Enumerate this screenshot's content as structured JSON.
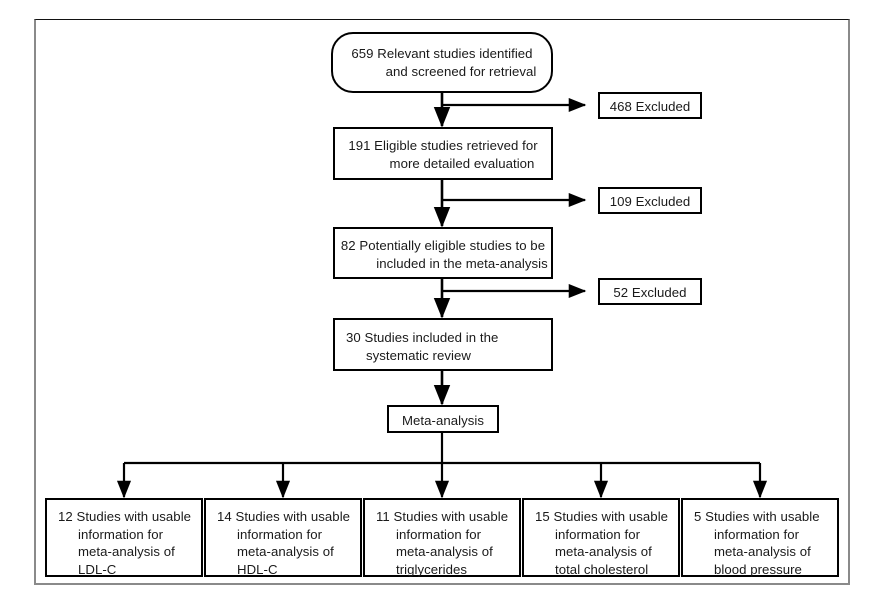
{
  "figure": {
    "type": "flow-diagram",
    "title": "Study selection flow diagram",
    "frame": {
      "border_top_color": "#121212",
      "border_color": "#8a8a8a"
    },
    "line_color": "#000000",
    "box_border_color": "#000000",
    "background": "#ffffff"
  },
  "nodes": {
    "identified": {
      "line1": "659 Relevant studies identified",
      "line2": "and screened for retrieval",
      "shape": "rounded-rectangle"
    },
    "eligible": {
      "line1": "191 Eligible studies retrieved for",
      "line2": "more detailed evaluation",
      "shape": "rectangle"
    },
    "potentially_eligible": {
      "line1": "82 Potentially eligible studies to be",
      "line2": "included in the meta-analysis",
      "shape": "rectangle"
    },
    "systematic_review": {
      "line1": "30 Studies included in the",
      "line2": "systematic review",
      "shape": "rectangle"
    },
    "meta_analysis": {
      "label": "Meta-analysis",
      "shape": "rectangle"
    }
  },
  "exclusions": [
    {
      "label": "468 Excluded",
      "count": 468
    },
    {
      "label": "109 Excluded",
      "count": 109
    },
    {
      "label": "52 Excluded",
      "count": 52
    }
  ],
  "outcomes": [
    {
      "count": 12,
      "line1": "12 Studies with usable",
      "line2": "information for",
      "line3": "meta-analysis of",
      "line4": "LDL-C",
      "measure": "LDL-C"
    },
    {
      "count": 14,
      "line1": "14 Studies with usable",
      "line2": "information for",
      "line3": "meta-analysis of",
      "line4": "HDL-C",
      "measure": "HDL-C"
    },
    {
      "count": 11,
      "line1": "11 Studies with usable",
      "line2": "information for",
      "line3": "meta-analysis of",
      "line4": "triglycerides",
      "measure": "triglycerides"
    },
    {
      "count": 15,
      "line1": "15 Studies with usable",
      "line2": "information for",
      "line3": "meta-analysis of",
      "line4": "total cholesterol",
      "measure": "total cholesterol"
    },
    {
      "count": 5,
      "line1": "5 Studies with usable",
      "line2": "information for",
      "line3": "meta-analysis of",
      "line4": "blood pressure",
      "measure": "blood pressure"
    }
  ]
}
